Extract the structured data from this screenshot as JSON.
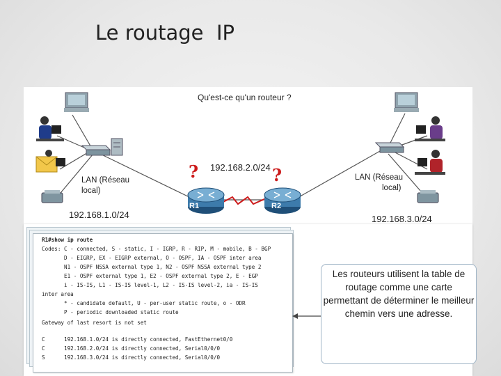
{
  "slide": {
    "title": "Le routage  IP"
  },
  "diagram": {
    "heading": "Qu'est-ce qu'un routeur ?",
    "qmark": "?",
    "left_lan": {
      "label_line1": "LAN (Réseau",
      "label_line2": "local)",
      "network": "192.168.1.0/24"
    },
    "link": {
      "network": "192.168.2.0/24"
    },
    "right_lan": {
      "label_line1": "LAN (Réseau",
      "label_line2": "local)",
      "network": "192.168.3.0/24"
    },
    "routers": [
      {
        "name": "R1"
      },
      {
        "name": "R2"
      }
    ]
  },
  "cli": {
    "lines": [
      "R1#show ip route",
      "Codes: C - connected, S - static, I - IGRP, R - RIP, M - mobile, B - BGP",
      "       D - EIGRP, EX - EIGRP external, O - OSPF, IA - OSPF inter area",
      "       N1 - OSPF NSSA external type 1, N2 - OSPF NSSA external type 2",
      "       E1 - OSPF external type 1, E2 - OSPF external type 2, E - EGP",
      "       i - IS-IS, L1 - IS-IS level-1, L2 - IS-IS level-2, ia - IS-IS",
      "inter area",
      "       * - candidate default, U - per-user static route, o - ODR",
      "       P - periodic downloaded static route",
      "",
      "Gateway of last resort is not set",
      "",
      "C      192.168.1.0/24 is directly connected, FastEthernet0/0",
      "C      192.168.2.0/24 is directly connected, Serial0/0/0",
      "S      192.168.3.0/24 is directly connected, Serial0/0/0"
    ]
  },
  "callout": {
    "lines": [
      "Les routeurs utilisent la table de",
      "routage comme une carte",
      "permettant de déterminer le meilleur",
      "chemin vers une adresse."
    ]
  }
}
